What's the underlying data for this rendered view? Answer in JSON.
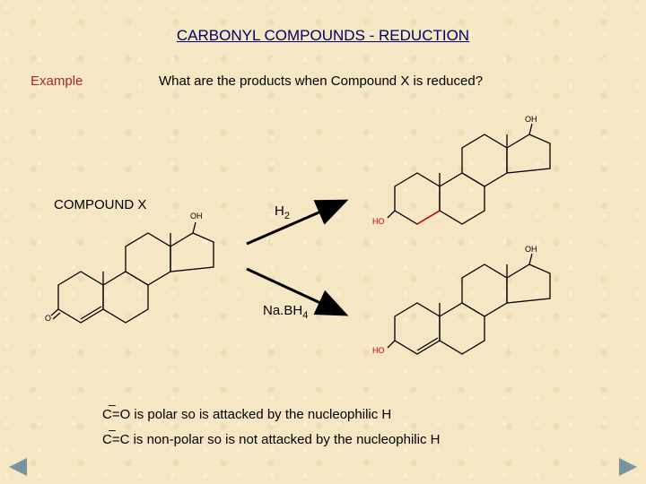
{
  "slide": {
    "title": "CARBONYL COMPOUNDS - REDUCTION",
    "example_label": "Example",
    "question": "What are the products when Compound X is reduced?",
    "compound_label": "COMPOUND X",
    "reagent_h2_main": "H",
    "reagent_h2_sub": "2",
    "reagent_nabh4_main": "Na.BH",
    "reagent_nabh4_sub": "4",
    "statement_1": "C=O is polar so is attacked by the nucleophilic H",
    "statement_2": "C=C is non-polar so is not attacked by the nucleophilic H",
    "atom_labels": {
      "oh": "OH",
      "ho": "HO",
      "o": "O"
    }
  },
  "colors": {
    "title": "#000066",
    "example": "#a52a2a",
    "ho_red": "#cc0000",
    "background": "#f5e6c4",
    "nav": "#7a93a0"
  },
  "nav": {
    "prev_icon": "triangle-left-icon",
    "next_icon": "triangle-right-icon"
  }
}
